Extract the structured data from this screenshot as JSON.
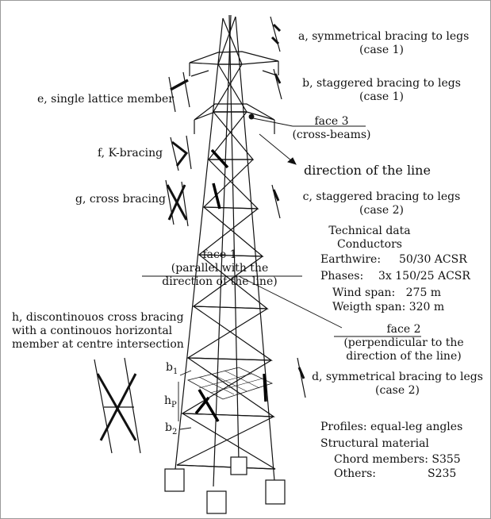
{
  "labels": {
    "a": [
      "a, symmetrical bracing to legs",
      "(case 1)"
    ],
    "b": [
      "b, staggered bracing to legs",
      "(case 1)"
    ],
    "c": [
      "c, staggered bracing to legs",
      "(case 2)"
    ],
    "d": [
      "d, symmetrical bracing to legs",
      "(case 2)"
    ],
    "e": "e, single lattice member",
    "f": "f, K-bracing",
    "g": "g, cross bracing",
    "h": [
      "h, discontinouos cross bracing",
      "with a continouos horizontal",
      "member at centre intersection"
    ],
    "face3": [
      "face 3",
      "(cross-beams)"
    ],
    "direction": "direction of the line",
    "face1": [
      "face 1",
      "(parallel with the",
      "direction of the line)"
    ],
    "face2": [
      "face 2",
      "(perpendicular to the",
      "direction of the line)"
    ],
    "dims": {
      "b1": "b",
      "b1_sub": "1",
      "hp": "h",
      "hp_sub": "P",
      "b2": "b",
      "b2_sub": "2"
    }
  },
  "technical": {
    "title": [
      "Technical data",
      "Conductors"
    ],
    "earthwire_label": "Earthwire:",
    "earthwire_value": "50/30 ACSR",
    "phases_label": "Phases:",
    "phases_value": "3x 150/25 ACSR",
    "wind_span": "Wind span:   275 m",
    "weight_span": "Weigth span: 320 m",
    "profiles": "Profiles: equal-leg angles",
    "material_title": "Structural material",
    "chord_label": "Chord members: S355",
    "others_label": "Others:",
    "others_value": "S235"
  }
}
